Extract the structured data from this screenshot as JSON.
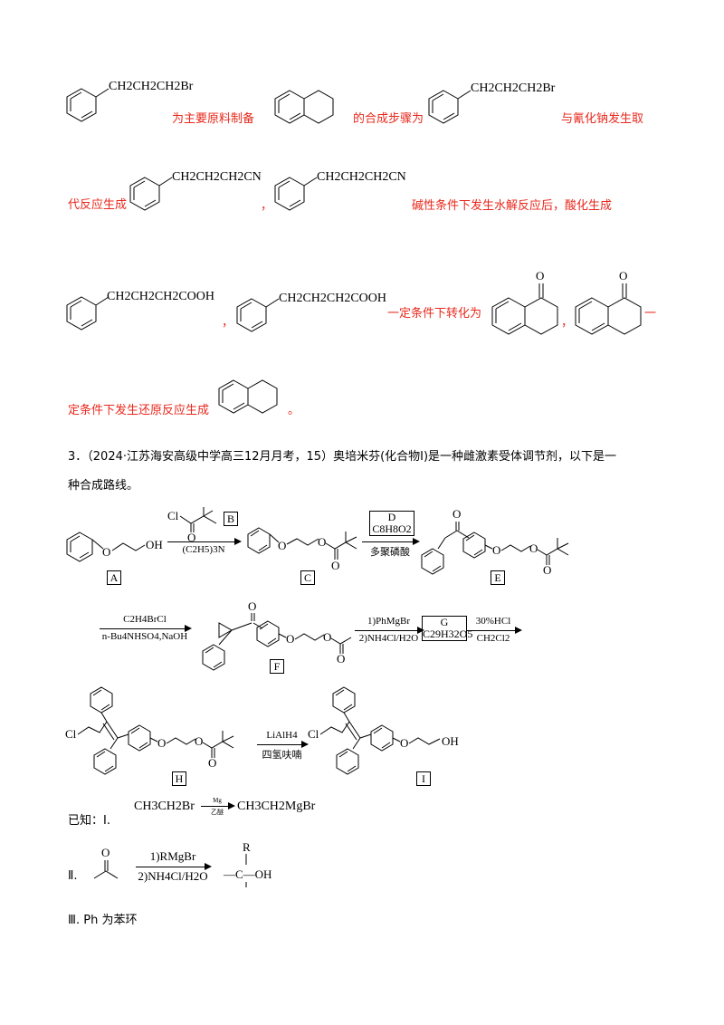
{
  "part1": {
    "r1_formula": "CH2CH2CH2Br",
    "r1_text_a": "为主要原料制备",
    "r1_text_b": "的合成步骤为",
    "r1_formula2": "CH2CH2CH2Br",
    "r1_text_c": "与氰化钠发生取",
    "r2_text_a": "代反应生成",
    "r2_formula": "CH2CH2CH2CN",
    "r2_comma": "，",
    "r2_formula2": "CH2CH2CH2CN",
    "r2_text_b": "碱性条件下发生水解反应后，酸化生成",
    "r3_formula": "CH2CH2CH2COOH",
    "r3_comma": "，",
    "r3_formula2": "CH2CH2CH2COOH",
    "r3_text_a": "一定条件下转化为",
    "r3_comma2": "，",
    "r3_text_b": "一",
    "r3_o1": "O",
    "r3_o2": "O",
    "r4_text": "定条件下发生还原反应生成",
    "r4_end": "。"
  },
  "question": {
    "line1": "3．（2024·江苏海安高级中学高三12月月考，15）奥培米芬(化合物I)是一种雌激素受体调节剂，以下是一",
    "line2": "种合成路线。"
  },
  "scheme": {
    "A": "A",
    "B": "B",
    "C": "C",
    "D": "D",
    "E": "E",
    "F": "F",
    "G": "G",
    "H": "H",
    "I": "I",
    "A_oh": "OH",
    "A_o": "O",
    "B_cl": "Cl",
    "B_o": "O",
    "step1_below": "(C2H5)3N",
    "D_formula": "C8H8O2",
    "step2_below": "多聚磷酸",
    "step3_above": "C2H4BrCl",
    "step3_below": "n-Bu4NHSO4,NaOH",
    "step4_above": "1)PhMgBr",
    "step4_below": "2)NH4Cl/H2O",
    "G_formula": "C29H32O5",
    "step5_above": "30%HCl",
    "step5_below": "CH2Cl2",
    "H_cl": "Cl",
    "step6_above": "LiAlH4",
    "step6_below": "四氢呋喃",
    "I_cl": "Cl",
    "I_oh": "OH"
  },
  "known": {
    "label": "已知：Ⅰ.",
    "eq1_left": "CH3CH2Br",
    "eq1_cond_top": "Mg",
    "eq1_cond_bottom": "乙醚",
    "eq1_right": "CH3CH2MgBr",
    "label2": "Ⅱ.",
    "eq2_o": "O",
    "eq2_cond_top": "1)RMgBr",
    "eq2_cond_bottom": "2)NH4Cl/H2O",
    "eq2_r": "R",
    "eq2_right": "—C—OH",
    "label3": "Ⅲ. Ph 为苯环"
  }
}
